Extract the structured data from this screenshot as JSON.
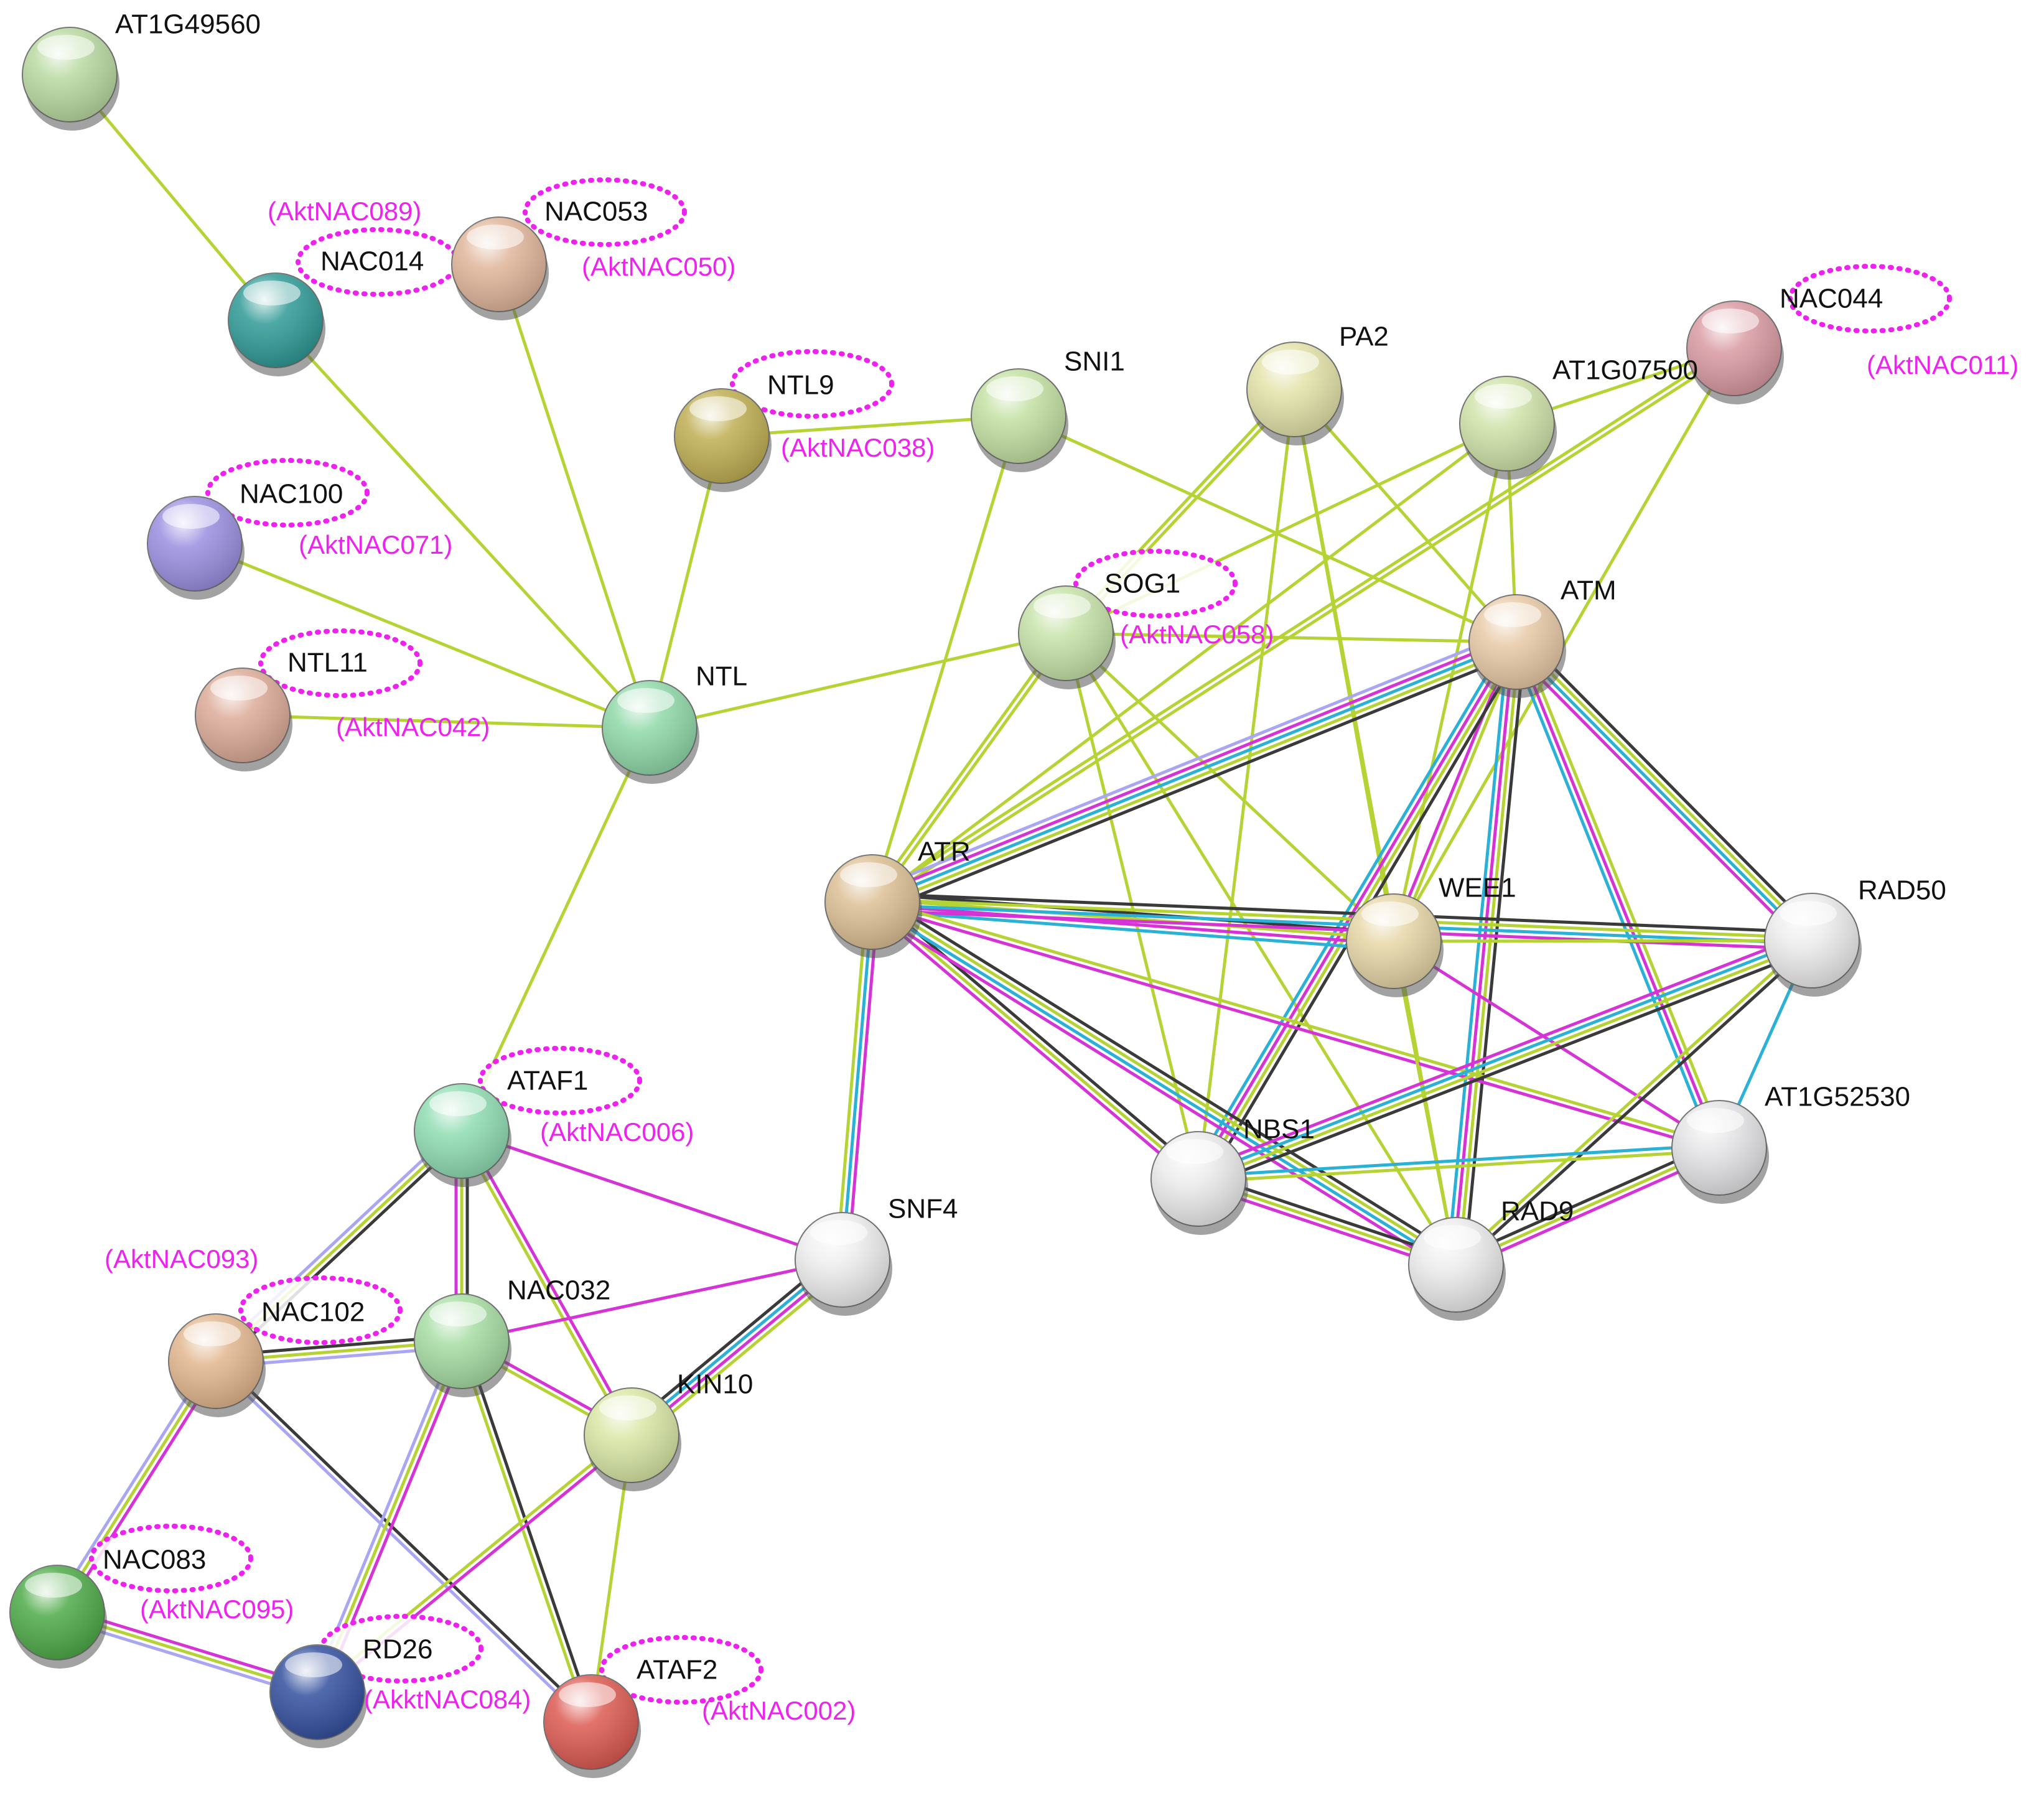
{
  "colors": {
    "background": "#ffffff",
    "highlight_ring": "#ee22ee",
    "alias_text": "#ee22ee",
    "label_text": "#111111",
    "edge_types": {
      "yellowgreen": "#b5d334",
      "black": "#3a3a3a",
      "magenta": "#d633d6",
      "cyan": "#2bb0d6",
      "lavender": "#a9a6f2"
    }
  },
  "nodes": [
    {
      "id": "AT1G49560",
      "label": "AT1G49560",
      "alias": "",
      "color": "#b8d9a0"
    },
    {
      "id": "NAC014",
      "label": "NAC014",
      "alias": "(AktNAC089)",
      "color": "#2f9a96",
      "highlighted": true
    },
    {
      "id": "NAC053",
      "label": "NAC053",
      "alias": "(AktNAC050)",
      "color": "#e0b59a",
      "highlighted": true
    },
    {
      "id": "NTL9",
      "label": "NTL9",
      "alias": "(AktNAC038)",
      "color": "#bfae52",
      "highlighted": true
    },
    {
      "id": "SNI1",
      "label": "SNI1",
      "alias": "",
      "color": "#c2e0a2"
    },
    {
      "id": "PA2",
      "label": "PA2",
      "alias": "",
      "color": "#e3e2a8"
    },
    {
      "id": "AT1G07500",
      "label": "AT1G07500",
      "alias": "",
      "color": "#cfe2a8"
    },
    {
      "id": "NAC044",
      "label": "NAC044",
      "alias": "(AktNAC011)",
      "color": "#d99aa2",
      "highlighted": true
    },
    {
      "id": "NAC100",
      "label": "NAC100",
      "alias": "(AktNAC071)",
      "color": "#9a8ee0",
      "highlighted": true
    },
    {
      "id": "SOG1",
      "label": "SOG1",
      "alias": "(AktNAC058)",
      "color": "#c6e2a8",
      "highlighted": true
    },
    {
      "id": "ATM",
      "label": "ATM",
      "alias": "",
      "color": "#e8c9a6"
    },
    {
      "id": "NTL11",
      "label": "NTL11",
      "alias": "(AktNAC042)",
      "color": "#dcab98",
      "highlighted": true
    },
    {
      "id": "NTL",
      "label": "NTL",
      "alias": "",
      "color": "#8fd8a8"
    },
    {
      "id": "ATR",
      "label": "ATR",
      "alias": "",
      "color": "#dcbf94"
    },
    {
      "id": "WEE1",
      "label": "WEE1",
      "alias": "",
      "color": "#e6d6a6"
    },
    {
      "id": "RAD50",
      "label": "RAD50",
      "alias": "",
      "color": "#ececec"
    },
    {
      "id": "ATAF1",
      "label": "ATAF1",
      "alias": "(AktNAC006)",
      "color": "#8fdcb2",
      "highlighted": true
    },
    {
      "id": "AT1G52530",
      "label": "AT1G52530",
      "alias": "",
      "color": "#e4e4e6"
    },
    {
      "id": "NBS1",
      "label": "NBS1",
      "alias": "",
      "color": "#ececec"
    },
    {
      "id": "SNF4",
      "label": "SNF4",
      "alias": "",
      "color": "#eeeeee"
    },
    {
      "id": "RAD9",
      "label": "RAD9",
      "alias": "",
      "color": "#ececec"
    },
    {
      "id": "NAC102",
      "label": "NAC102",
      "alias": "(AktNAC093)",
      "color": "#e2b68e",
      "highlighted": true
    },
    {
      "id": "NAC032",
      "label": "NAC032",
      "alias": "",
      "color": "#a6dca2"
    },
    {
      "id": "KIN10",
      "label": "KIN10",
      "alias": "",
      "color": "#d8e6a4"
    },
    {
      "id": "NAC083",
      "label": "NAC083",
      "alias": "(AktNAC095)",
      "color": "#4daa48",
      "highlighted": true
    },
    {
      "id": "RD26",
      "label": "RD26",
      "alias": "(AkktNAC084)",
      "color": "#33509e",
      "highlighted": true
    },
    {
      "id": "ATAF2",
      "label": "ATAF2",
      "alias": "(AktNAC002)",
      "color": "#dc5a52",
      "highlighted": true
    }
  ],
  "edges": [
    {
      "from": "AT1G49560",
      "to": "NAC014",
      "types": [
        "yellowgreen"
      ]
    },
    {
      "from": "NAC014",
      "to": "NTL",
      "types": [
        "yellowgreen"
      ]
    },
    {
      "from": "NAC053",
      "to": "NTL",
      "types": [
        "yellowgreen"
      ]
    },
    {
      "from": "NTL9",
      "to": "NTL",
      "types": [
        "yellowgreen"
      ]
    },
    {
      "from": "NTL9",
      "to": "SNI1",
      "types": [
        "yellowgreen"
      ]
    },
    {
      "from": "NAC100",
      "to": "NTL",
      "types": [
        "yellowgreen"
      ]
    },
    {
      "from": "NTL11",
      "to": "NTL",
      "types": [
        "yellowgreen"
      ]
    },
    {
      "from": "NTL",
      "to": "SOG1",
      "types": [
        "yellowgreen"
      ]
    },
    {
      "from": "NTL",
      "to": "ATAF1",
      "types": [
        "yellowgreen"
      ]
    },
    {
      "from": "SNI1",
      "to": "ATR",
      "types": [
        "yellowgreen"
      ]
    },
    {
      "from": "SNI1",
      "to": "ATM",
      "types": [
        "yellowgreen"
      ]
    },
    {
      "from": "PA2",
      "to": "SOG1",
      "types": [
        "yellowgreen",
        "yellowgreen"
      ]
    },
    {
      "from": "PA2",
      "to": "ATM",
      "types": [
        "yellowgreen"
      ]
    },
    {
      "from": "PA2",
      "to": "WEE1",
      "types": [
        "yellowgreen"
      ]
    },
    {
      "from": "PA2",
      "to": "NBS1",
      "types": [
        "yellowgreen"
      ]
    },
    {
      "from": "PA2",
      "to": "RAD9",
      "types": [
        "yellowgreen"
      ]
    },
    {
      "from": "AT1G07500",
      "to": "SOG1",
      "types": [
        "yellowgreen"
      ]
    },
    {
      "from": "AT1G07500",
      "to": "ATR",
      "types": [
        "yellowgreen"
      ]
    },
    {
      "from": "AT1G07500",
      "to": "ATM",
      "types": [
        "yellowgreen"
      ]
    },
    {
      "from": "AT1G07500",
      "to": "WEE1",
      "types": [
        "yellowgreen"
      ]
    },
    {
      "from": "AT1G07500",
      "to": "NAC044",
      "types": [
        "yellowgreen"
      ]
    },
    {
      "from": "NAC044",
      "to": "ATR",
      "types": [
        "yellowgreen",
        "yellowgreen"
      ]
    },
    {
      "from": "NAC044",
      "to": "WEE1",
      "types": [
        "yellowgreen"
      ]
    },
    {
      "from": "SOG1",
      "to": "ATM",
      "types": [
        "yellowgreen"
      ]
    },
    {
      "from": "SOG1",
      "to": "ATR",
      "types": [
        "yellowgreen",
        "yellowgreen"
      ]
    },
    {
      "from": "SOG1",
      "to": "WEE1",
      "types": [
        "yellowgreen"
      ]
    },
    {
      "from": "SOG1",
      "to": "NBS1",
      "types": [
        "yellowgreen"
      ]
    },
    {
      "from": "SOG1",
      "to": "RAD9",
      "types": [
        "yellowgreen"
      ]
    },
    {
      "from": "ATM",
      "to": "ATR",
      "types": [
        "black",
        "yellowgreen",
        "cyan",
        "magenta",
        "lavender"
      ]
    },
    {
      "from": "ATM",
      "to": "WEE1",
      "types": [
        "yellowgreen",
        "magenta"
      ]
    },
    {
      "from": "ATM",
      "to": "RAD50",
      "types": [
        "black",
        "yellowgreen",
        "cyan",
        "magenta"
      ]
    },
    {
      "from": "ATM",
      "to": "NBS1",
      "types": [
        "black",
        "yellowgreen",
        "magenta",
        "cyan"
      ]
    },
    {
      "from": "ATM",
      "to": "RAD9",
      "types": [
        "black",
        "yellowgreen",
        "magenta",
        "cyan"
      ]
    },
    {
      "from": "ATM",
      "to": "AT1G52530",
      "types": [
        "yellowgreen",
        "magenta",
        "cyan"
      ]
    },
    {
      "from": "ATR",
      "to": "WEE1",
      "types": [
        "black",
        "yellowgreen",
        "magenta",
        "cyan"
      ]
    },
    {
      "from": "ATR",
      "to": "RAD50",
      "types": [
        "black",
        "yellowgreen",
        "cyan",
        "magenta"
      ]
    },
    {
      "from": "ATR",
      "to": "NBS1",
      "types": [
        "black",
        "yellowgreen",
        "magenta"
      ]
    },
    {
      "from": "ATR",
      "to": "RAD9",
      "types": [
        "black",
        "yellowgreen",
        "cyan",
        "magenta"
      ]
    },
    {
      "from": "ATR",
      "to": "AT1G52530",
      "types": [
        "yellowgreen",
        "magenta"
      ]
    },
    {
      "from": "ATR",
      "to": "SNF4",
      "types": [
        "magenta",
        "cyan",
        "yellowgreen"
      ]
    },
    {
      "from": "WEE1",
      "to": "RAD50",
      "types": [
        "yellowgreen"
      ]
    },
    {
      "from": "WEE1",
      "to": "AT1G52530",
      "types": [
        "magenta"
      ]
    },
    {
      "from": "WEE1",
      "to": "RAD9",
      "types": [
        "yellowgreen"
      ]
    },
    {
      "from": "RAD50",
      "to": "NBS1",
      "types": [
        "black",
        "yellowgreen",
        "cyan",
        "magenta"
      ]
    },
    {
      "from": "RAD50",
      "to": "RAD9",
      "types": [
        "black",
        "yellowgreen"
      ]
    },
    {
      "from": "RAD50",
      "to": "AT1G52530",
      "types": [
        "cyan"
      ]
    },
    {
      "from": "NBS1",
      "to": "RAD9",
      "types": [
        "black",
        "yellowgreen",
        "magenta"
      ]
    },
    {
      "from": "NBS1",
      "to": "AT1G52530",
      "types": [
        "cyan",
        "yellowgreen"
      ]
    },
    {
      "from": "RAD9",
      "to": "AT1G52530",
      "types": [
        "black",
        "yellowgreen",
        "magenta"
      ]
    },
    {
      "from": "ATAF1",
      "to": "NAC102",
      "types": [
        "black",
        "yellowgreen",
        "lavender"
      ]
    },
    {
      "from": "ATAF1",
      "to": "NAC032",
      "types": [
        "black",
        "yellowgreen",
        "magenta"
      ]
    },
    {
      "from": "ATAF1",
      "to": "KIN10",
      "types": [
        "magenta",
        "yellowgreen"
      ]
    },
    {
      "from": "ATAF1",
      "to": "SNF4",
      "types": [
        "magenta"
      ]
    },
    {
      "from": "NAC102",
      "to": "NAC032",
      "types": [
        "black",
        "yellowgreen",
        "lavender"
      ]
    },
    {
      "from": "NAC102",
      "to": "NAC083",
      "types": [
        "magenta",
        "yellowgreen",
        "lavender"
      ]
    },
    {
      "from": "NAC102",
      "to": "ATAF2",
      "types": [
        "black",
        "lavender"
      ]
    },
    {
      "from": "NAC032",
      "to": "KIN10",
      "types": [
        "magenta",
        "yellowgreen"
      ]
    },
    {
      "from": "NAC032",
      "to": "SNF4",
      "types": [
        "magenta"
      ]
    },
    {
      "from": "NAC032",
      "to": "RD26",
      "types": [
        "magenta",
        "yellowgreen",
        "lavender"
      ]
    },
    {
      "from": "NAC032",
      "to": "ATAF2",
      "types": [
        "black",
        "yellowgreen"
      ]
    },
    {
      "from": "KIN10",
      "to": "SNF4",
      "types": [
        "black",
        "cyan",
        "magenta",
        "yellowgreen"
      ]
    },
    {
      "from": "KIN10",
      "to": "RD26",
      "types": [
        "magenta",
        "yellowgreen"
      ]
    },
    {
      "from": "KIN10",
      "to": "ATAF2",
      "types": [
        "yellowgreen"
      ]
    },
    {
      "from": "NAC083",
      "to": "RD26",
      "types": [
        "magenta",
        "yellowgreen",
        "lavender"
      ]
    }
  ]
}
